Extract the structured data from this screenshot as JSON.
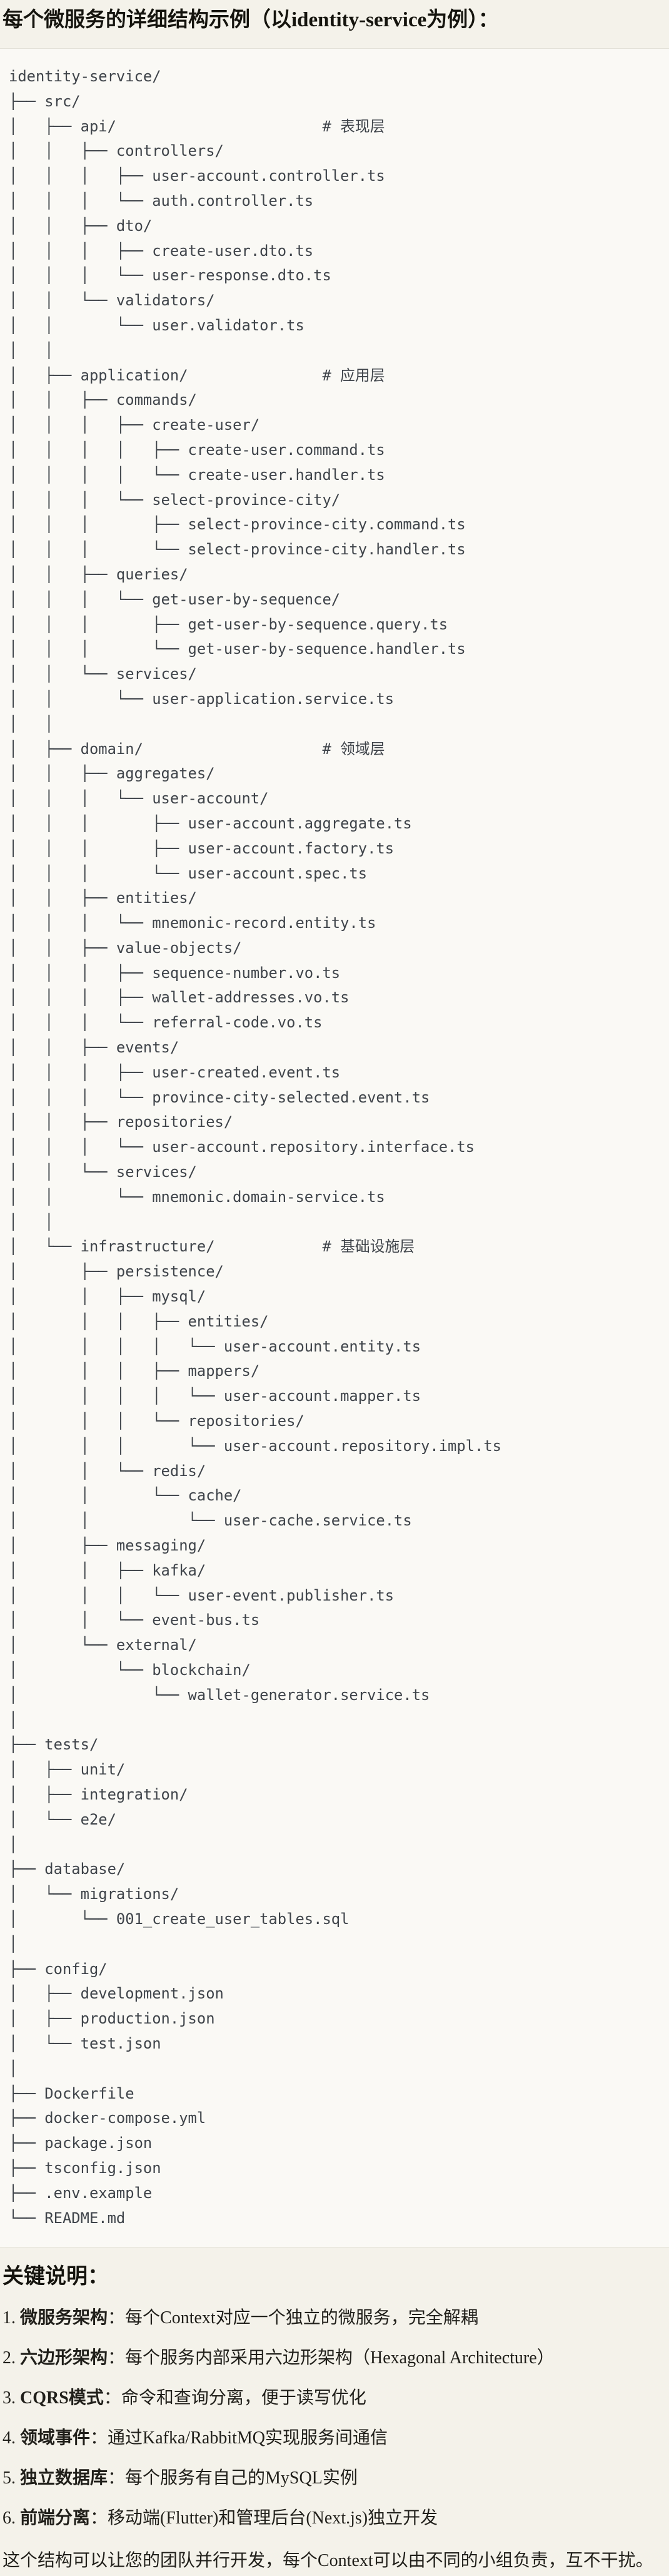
{
  "page": {
    "title": "每个微服务的详细结构示例（以identity-service为例）："
  },
  "code_block": {
    "language": "plaintext-tree",
    "tree_lines": [
      "identity-service/",
      "├── src/",
      "│   ├── api/                       # 表现层",
      "│   │   ├── controllers/",
      "│   │   │   ├── user-account.controller.ts",
      "│   │   │   └── auth.controller.ts",
      "│   │   ├── dto/",
      "│   │   │   ├── create-user.dto.ts",
      "│   │   │   └── user-response.dto.ts",
      "│   │   └── validators/",
      "│   │       └── user.validator.ts",
      "│   │",
      "│   ├── application/               # 应用层",
      "│   │   ├── commands/",
      "│   │   │   ├── create-user/",
      "│   │   │   │   ├── create-user.command.ts",
      "│   │   │   │   └── create-user.handler.ts",
      "│   │   │   └── select-province-city/",
      "│   │   │       ├── select-province-city.command.ts",
      "│   │   │       └── select-province-city.handler.ts",
      "│   │   ├── queries/",
      "│   │   │   └── get-user-by-sequence/",
      "│   │   │       ├── get-user-by-sequence.query.ts",
      "│   │   │       └── get-user-by-sequence.handler.ts",
      "│   │   └── services/",
      "│   │       └── user-application.service.ts",
      "│   │",
      "│   ├── domain/                    # 领域层",
      "│   │   ├── aggregates/",
      "│   │   │   └── user-account/",
      "│   │   │       ├── user-account.aggregate.ts",
      "│   │   │       ├── user-account.factory.ts",
      "│   │   │       └── user-account.spec.ts",
      "│   │   ├── entities/",
      "│   │   │   └── mnemonic-record.entity.ts",
      "│   │   ├── value-objects/",
      "│   │   │   ├── sequence-number.vo.ts",
      "│   │   │   ├── wallet-addresses.vo.ts",
      "│   │   │   └── referral-code.vo.ts",
      "│   │   ├── events/",
      "│   │   │   ├── user-created.event.ts",
      "│   │   │   └── province-city-selected.event.ts",
      "│   │   ├── repositories/",
      "│   │   │   └── user-account.repository.interface.ts",
      "│   │   └── services/",
      "│   │       └── mnemonic.domain-service.ts",
      "│   │",
      "│   └── infrastructure/            # 基础设施层",
      "│       ├── persistence/",
      "│       │   ├── mysql/",
      "│       │   │   ├── entities/",
      "│       │   │   │   └── user-account.entity.ts",
      "│       │   │   ├── mappers/",
      "│       │   │   │   └── user-account.mapper.ts",
      "│       │   │   └── repositories/",
      "│       │   │       └── user-account.repository.impl.ts",
      "│       │   └── redis/",
      "│       │       └── cache/",
      "│       │           └── user-cache.service.ts",
      "│       ├── messaging/",
      "│       │   ├── kafka/",
      "│       │   │   └── user-event.publisher.ts",
      "│       │   └── event-bus.ts",
      "│       └── external/",
      "│           └── blockchain/",
      "│               └── wallet-generator.service.ts",
      "│",
      "├── tests/",
      "│   ├── unit/",
      "│   ├── integration/",
      "│   └── e2e/",
      "│",
      "├── database/",
      "│   └── migrations/",
      "│       └── 001_create_user_tables.sql",
      "│",
      "├── config/",
      "│   ├── development.json",
      "│   ├── production.json",
      "│   └── test.json",
      "│",
      "├── Dockerfile",
      "├── docker-compose.yml",
      "├── package.json",
      "├── tsconfig.json",
      "├── .env.example",
      "└── README.md"
    ],
    "comments": [
      "# 表现层",
      "# 应用层",
      "# 领域层",
      "# 基础设施层"
    ]
  },
  "notes": {
    "heading": "关键说明：",
    "items": [
      {
        "num": "1.",
        "label": "微服务架构",
        "colon": "：",
        "text": "每个Context对应一个独立的微服务，完全解耦"
      },
      {
        "num": "2.",
        "label": "六边形架构",
        "colon": "：",
        "text": "每个服务内部采用六边形架构（Hexagonal Architecture）"
      },
      {
        "num": "3.",
        "label": "CQRS模式",
        "colon": "：",
        "text": "命令和查询分离，便于读写优化"
      },
      {
        "num": "4.",
        "label": "领域事件",
        "colon": "：",
        "text": "通过Kafka/RabbitMQ实现服务间通信"
      },
      {
        "num": "5.",
        "label": "独立数据库",
        "colon": "：",
        "text": "每个服务有自己的MySQL实例"
      },
      {
        "num": "6.",
        "label": "前端分离",
        "colon": "：",
        "text": "移动端(Flutter)和管理后台(Next.js)独立开发"
      }
    ],
    "footer": "这个结构可以让您的团队并行开发，每个Context可以由不同的小组负责，互不干扰。"
  },
  "colors": {
    "page_bg": "#F4F2EA",
    "block_bg": "#FAF9F5",
    "block_border": "#E3E1D8",
    "tree_text": "#3F444A",
    "title_text": "#15140E",
    "notes_text": "#201F1A"
  }
}
